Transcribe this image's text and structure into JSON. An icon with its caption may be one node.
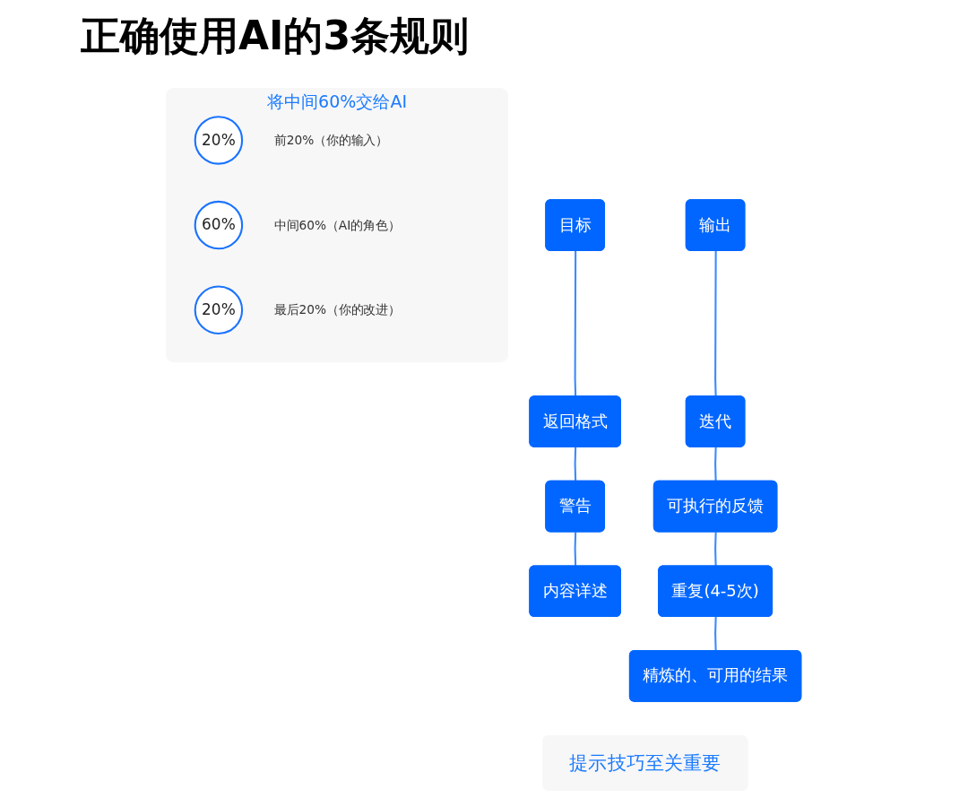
{
  "diagram": {
    "title": "正确使用AI的3条规则",
    "nodes": [
      {
        "text": [
          "目标"
        ]
      },
      {
        "text": [
          "返回格式"
        ]
      },
      {
        "text": [
          "警告"
        ]
      },
      {
        "text": [
          "内容详述"
        ]
      },
      {
        "text": [
          "将中间60%交给AI"
        ]
      },
      {
        "text": [
          "20%"
        ],
        "in": 4,
        "beside": [
          "前20%（你的输入）"
        ]
      },
      {
        "text": [
          "60%"
        ],
        "in": 4,
        "beside": [
          "中间60%（AI的角色）"
        ]
      },
      {
        "text": [
          "20%"
        ],
        "in": 4,
        "beside": [
          "最后20%（你的改进）"
        ]
      },
      {
        "text": [
          "输出"
        ]
      },
      {
        "text": [
          "迭代"
        ]
      },
      {
        "text": [
          "可执行的反馈"
        ]
      },
      {
        "text": [
          "重复(4-5次)"
        ]
      },
      {
        "text": [
          "精炼的、可用的结果"
        ]
      },
      {
        "text": [
          "提示技巧至关重要"
        ]
      }
    ],
    "edges": [
      {
        "from": 0,
        "to": 1,
        "arrow": "none"
      },
      {
        "from": 1,
        "to": 2,
        "arrow": "none"
      },
      {
        "from": 2,
        "to": 3,
        "arrow": "none"
      },
      {
        "from": 8,
        "to": 9,
        "arrow": "none"
      },
      {
        "from": 9,
        "to": 10,
        "arrow": "none"
      },
      {
        "from": 10,
        "to": 11,
        "arrow": "none"
      },
      {
        "from": 11,
        "to": 12,
        "arrow": "none"
      }
    ]
  }
}
